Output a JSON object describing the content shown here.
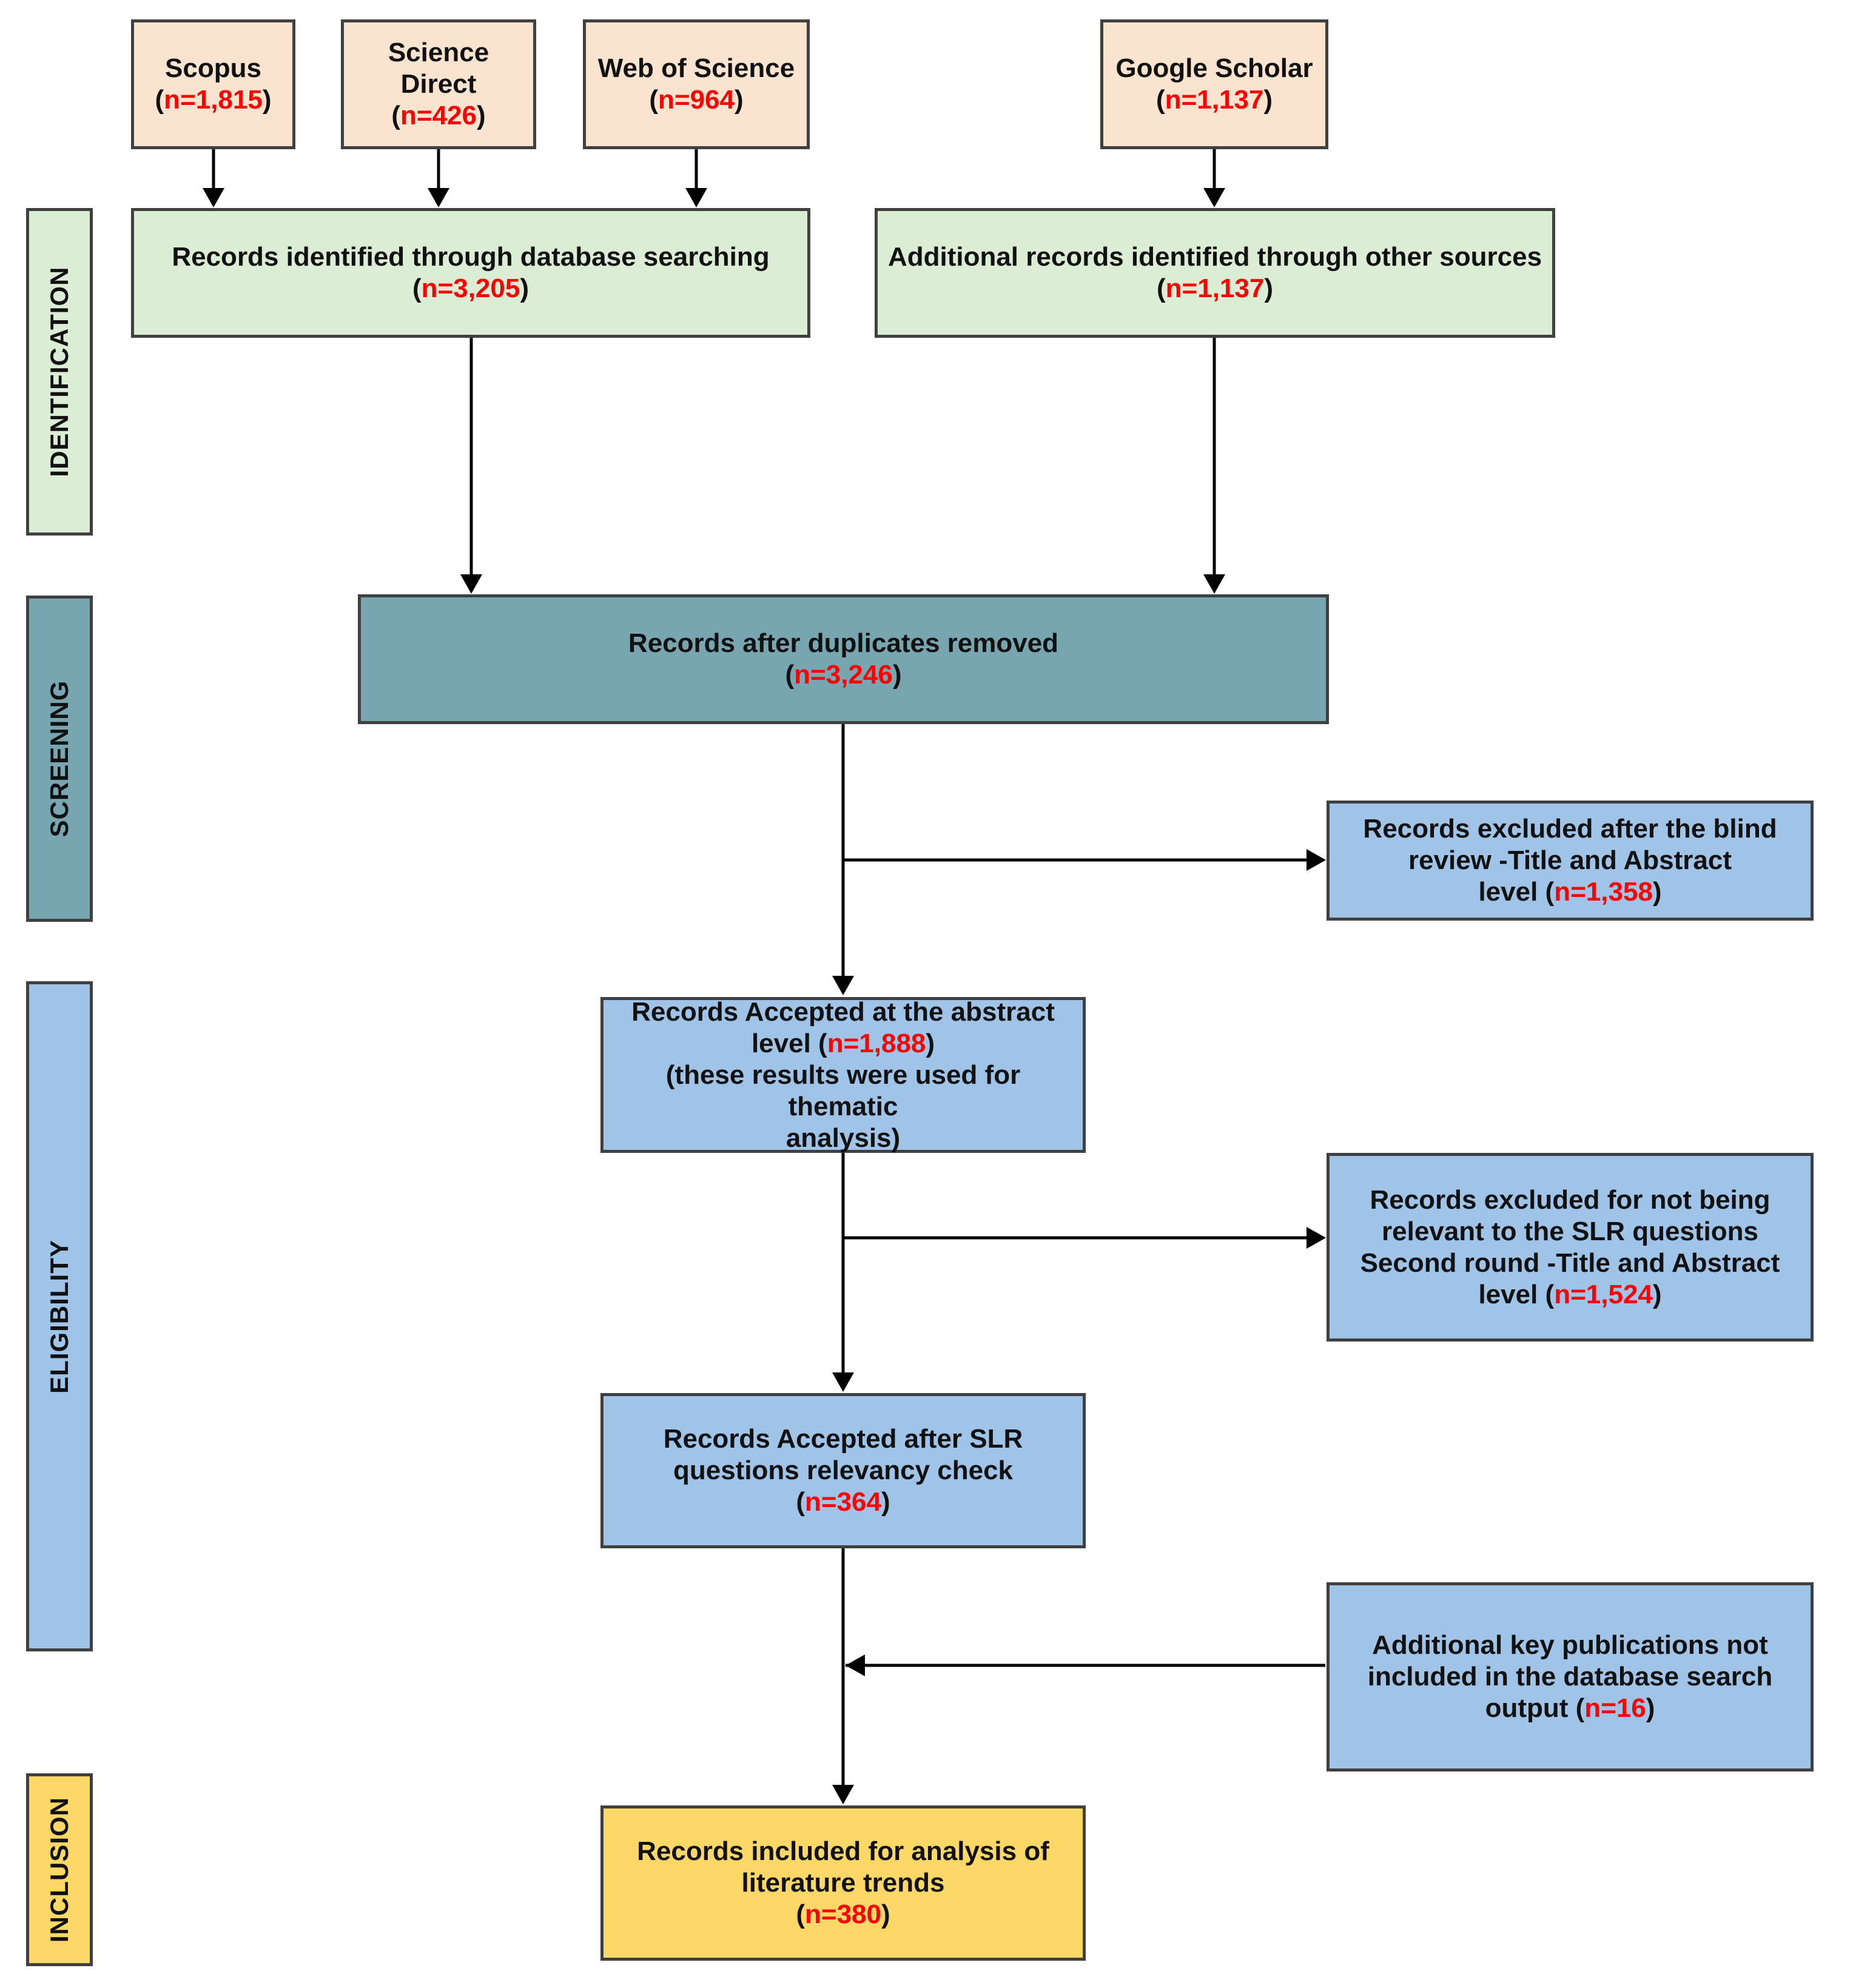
{
  "stages": {
    "identification": "IDENTIFICATION",
    "screening": "SCREENING",
    "eligibility": "ELIGIBILITY",
    "inclusion": "INCLUSION"
  },
  "sources": {
    "scopus": {
      "label": "Scopus",
      "n": "n=1,815"
    },
    "science_direct": {
      "label": "Science Direct",
      "n": "n=426"
    },
    "web_of_science": {
      "label": "Web of Science",
      "n": "n=964"
    },
    "google_scholar": {
      "label": "Google Scholar",
      "n": "n=1,137"
    }
  },
  "identified_db": {
    "text": "Records identified through database searching",
    "n": "n=3,205"
  },
  "identified_other": {
    "text": "Additional records identified through other sources",
    "n": "n=1,137"
  },
  "duplicates_removed": {
    "text": "Records after duplicates removed",
    "n": "n=3,246"
  },
  "excluded_blind": {
    "line1": "Records excluded after the blind",
    "line2": "review -Title and Abstract",
    "line3_prefix": "level",
    "n": "n=1,358"
  },
  "accepted_abstract": {
    "line1": "Records Accepted at the abstract",
    "line2_prefix": "level",
    "n": "n=1,888",
    "line3": "(these results were used for thematic",
    "line4": "analysis)"
  },
  "excluded_slr": {
    "line1": "Records excluded for not being",
    "line2": "relevant to the SLR questions",
    "line3": "Second round -Title and Abstract",
    "line4_prefix": "level",
    "n": "n=1,524"
  },
  "accepted_slr": {
    "line1": "Records Accepted after SLR",
    "line2": "questions relevancy check",
    "n": "n=364"
  },
  "additional_key": {
    "line1": "Additional key publications not",
    "line2": "included in the database search",
    "line3_prefix": "output",
    "n": "n=16"
  },
  "included": {
    "line1": "Records included for analysis of",
    "line2": "literature trends",
    "n": "n=380"
  }
}
